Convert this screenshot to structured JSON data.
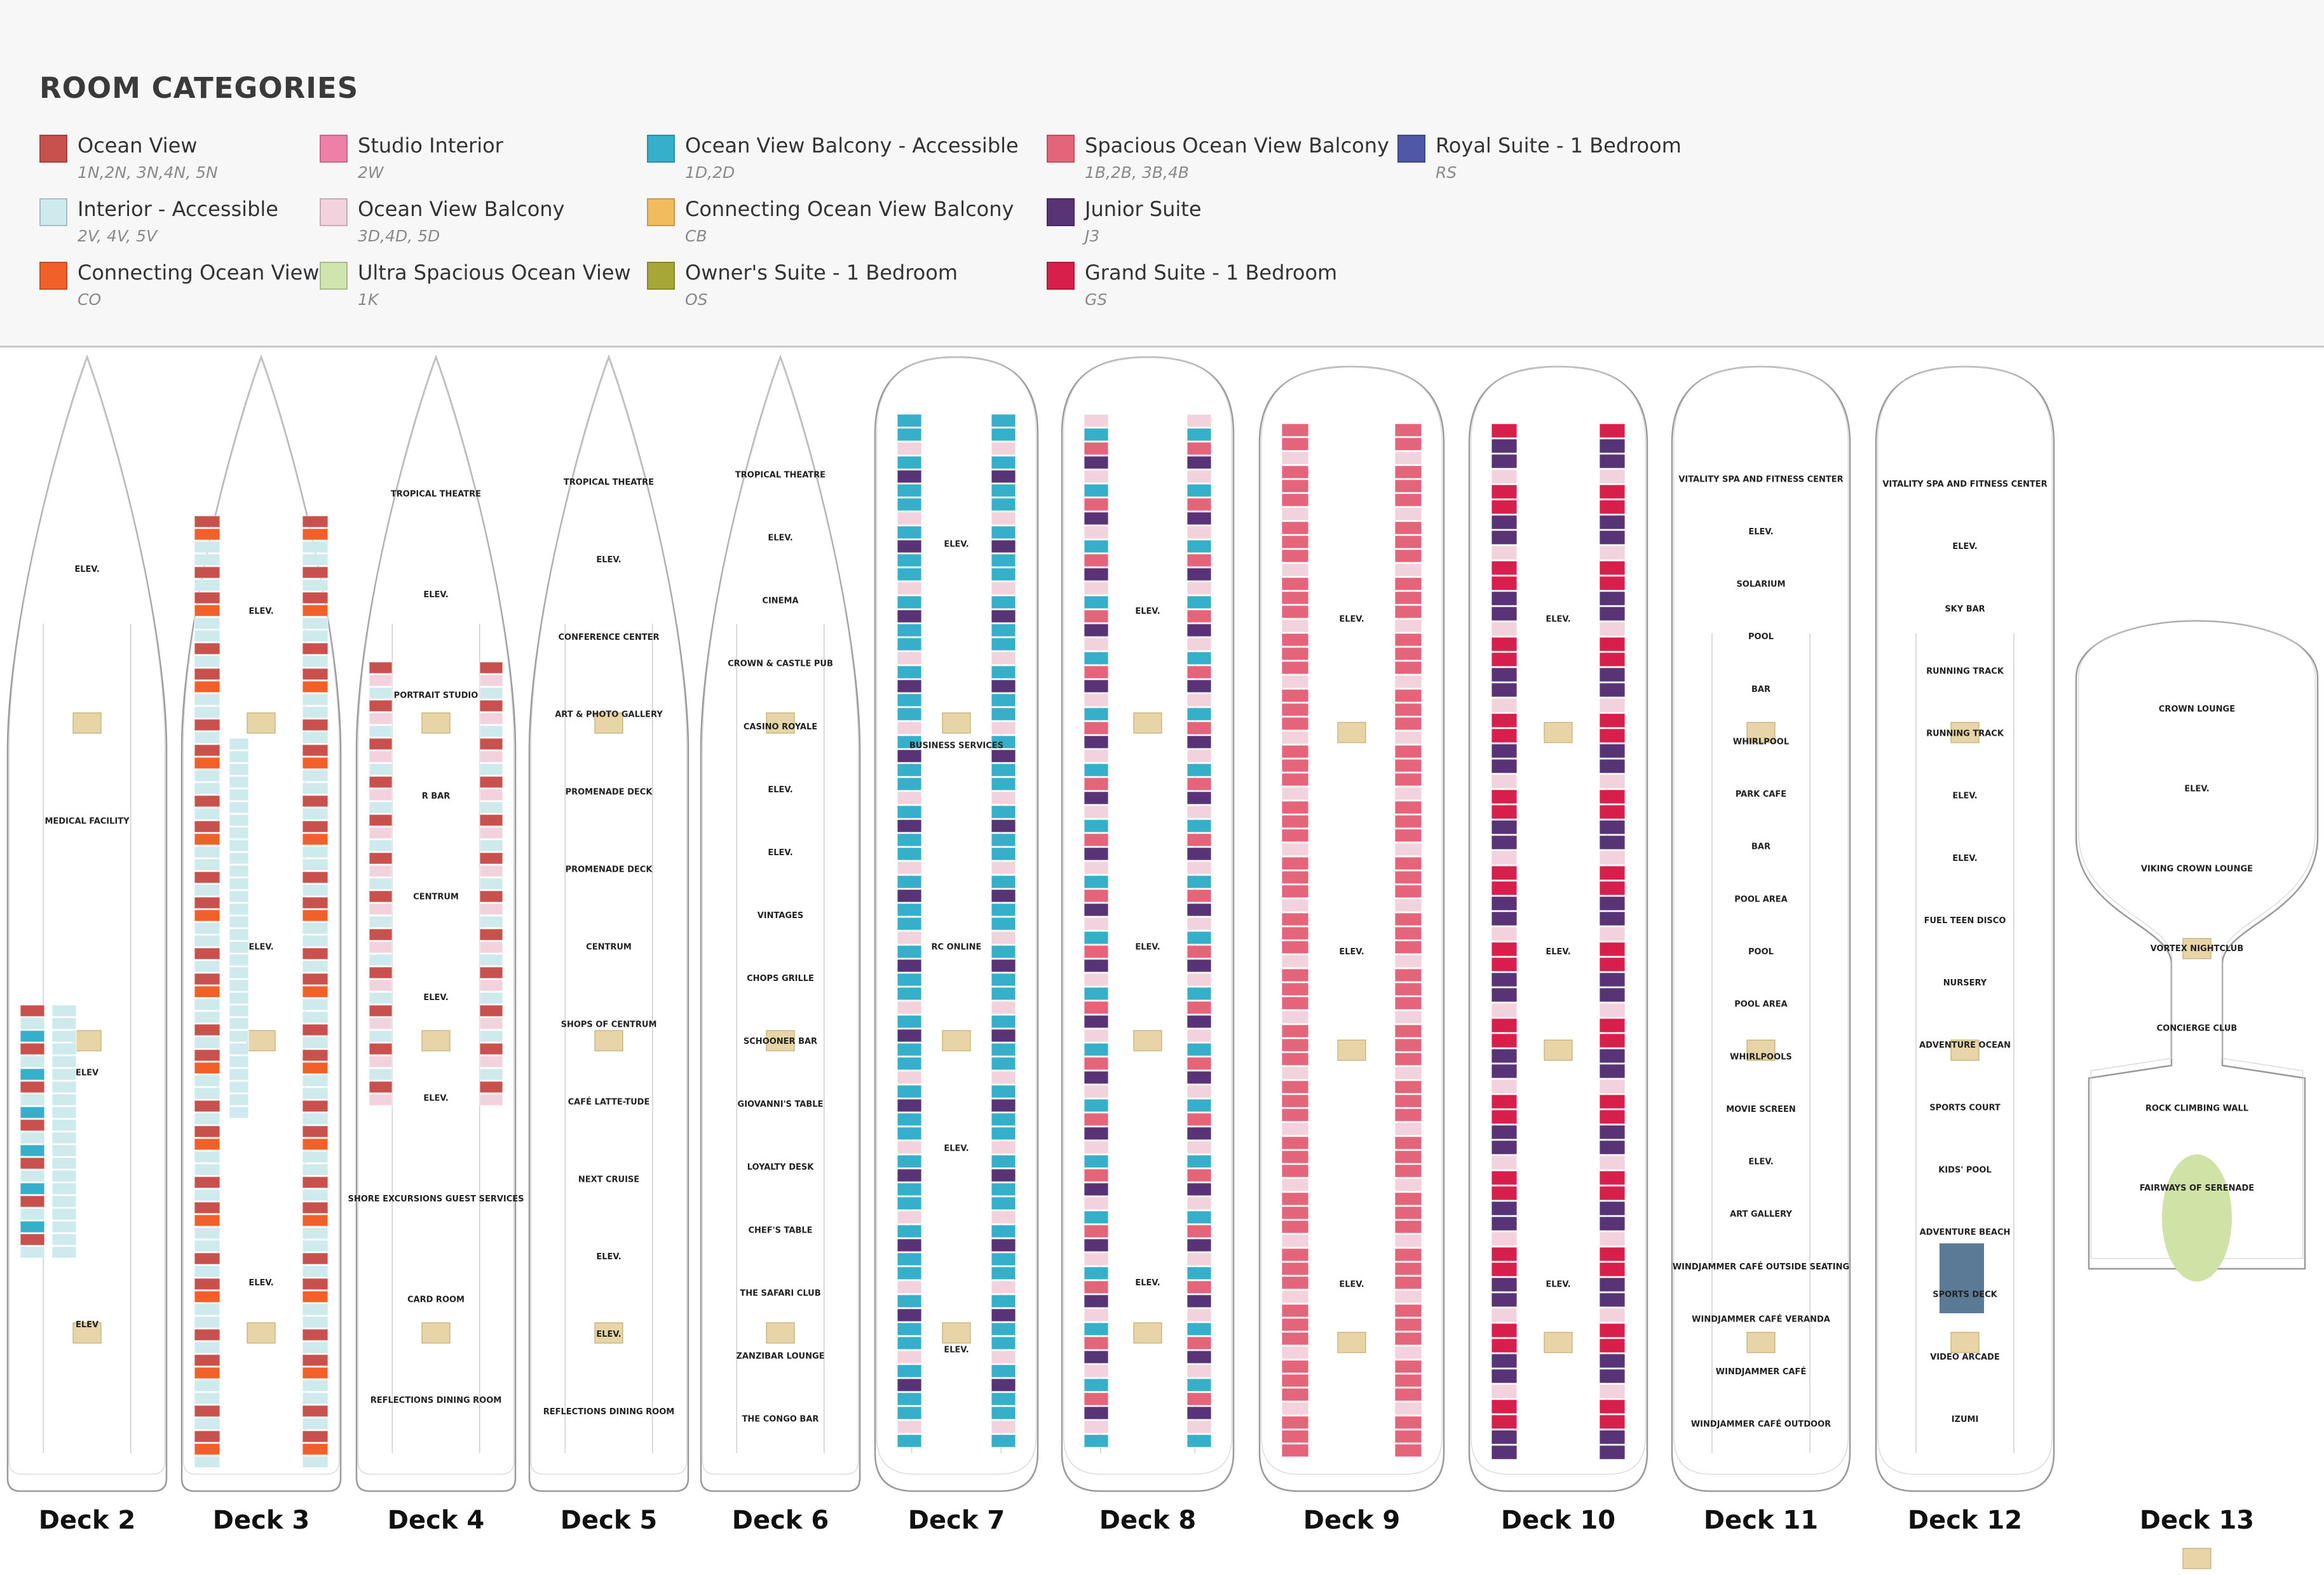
{
  "legend": {
    "title": "ROOM CATEGORIES",
    "items": [
      {
        "name": "Ocean View",
        "codes": "1N,2N, 3N,4N, 5N",
        "color": "#c9514d"
      },
      {
        "name": "Interior - Accessible",
        "codes": "2V, 4V, 5V",
        "color": "#cfeaed"
      },
      {
        "name": "Connecting Ocean View",
        "codes": "CO",
        "color": "#f2602a"
      },
      {
        "name": "Studio Interior",
        "codes": "2W",
        "color": "#ee7fa6"
      },
      {
        "name": "Ocean View Balcony",
        "codes": "3D,4D, 5D",
        "color": "#f2d2dd"
      },
      {
        "name": "Ultra Spacious Ocean View",
        "codes": "1K",
        "color": "#cfe5ad"
      },
      {
        "name": "Ocean View Balcony - Accessible",
        "codes": "1D,2D",
        "color": "#36b0ca"
      },
      {
        "name": "Connecting Ocean View Balcony",
        "codes": "CB",
        "color": "#f0bc5e"
      },
      {
        "name": "Owner's Suite - 1 Bedroom",
        "codes": "OS",
        "color": "#a6a737"
      },
      {
        "name": "Spacious Ocean View Balcony",
        "codes": "1B,2B, 3B,4B",
        "color": "#e4647a"
      },
      {
        "name": "Junior Suite",
        "codes": "J3",
        "color": "#583376"
      },
      {
        "name": "Grand Suite - 1 Bedroom",
        "codes": "GS",
        "color": "#d81f4b"
      },
      {
        "name": "Royal Suite - 1 Bedroom",
        "codes": "RS",
        "color": "#4e58a6"
      }
    ]
  },
  "decks": [
    {
      "label": "Deck 2",
      "places": [
        "ELEV.",
        "MEDICAL FACILITY",
        "ELEV",
        "ELEV"
      ]
    },
    {
      "label": "Deck 3",
      "places": [
        "ELEV.",
        "ELEV.",
        "ELEV."
      ]
    },
    {
      "label": "Deck 4",
      "places": [
        "TROPICAL THEATRE",
        "ELEV.",
        "PORTRAIT STUDIO",
        "R BAR",
        "CENTRUM",
        "ELEV.",
        "ELEV.",
        "SHORE EXCURSIONS GUEST SERVICES",
        "CARD ROOM",
        "REFLECTIONS DINING ROOM"
      ]
    },
    {
      "label": "Deck 5",
      "places": [
        "TROPICAL THEATRE",
        "ELEV.",
        "CONFERENCE CENTER",
        "ART & PHOTO GALLERY",
        "PROMENADE DECK",
        "PROMENADE DECK",
        "CENTRUM",
        "SHOPS OF CENTRUM",
        "CAFÉ LATTE-TUDE",
        "NEXT CRUISE",
        "ELEV.",
        "ELEV.",
        "REFLECTIONS DINING ROOM"
      ]
    },
    {
      "label": "Deck 6",
      "places": [
        "TROPICAL THEATRE",
        "ELEV.",
        "CINEMA",
        "CROWN & CASTLE PUB",
        "CASINO ROYALE",
        "ELEV.",
        "ELEV.",
        "VINTAGES",
        "CHOPS GRILLE",
        "SCHOONER BAR",
        "GIOVANNI'S TABLE",
        "LOYALTY DESK",
        "CHEF'S TABLE",
        "THE SAFARI CLUB",
        "ZANZIBAR LOUNGE",
        "THE CONGO BAR"
      ]
    },
    {
      "label": "Deck 7",
      "places": [
        "ELEV.",
        "BUSINESS SERVICES",
        "RC ONLINE",
        "ELEV.",
        "ELEV."
      ]
    },
    {
      "label": "Deck 8",
      "places": [
        "ELEV.",
        "ELEV.",
        "ELEV."
      ]
    },
    {
      "label": "Deck 9",
      "places": [
        "ELEV.",
        "ELEV.",
        "ELEV."
      ]
    },
    {
      "label": "Deck 10",
      "places": [
        "ELEV.",
        "ELEV.",
        "ELEV."
      ]
    },
    {
      "label": "Deck 11",
      "places": [
        "VITALITY SPA AND FITNESS CENTER",
        "ELEV.",
        "SOLARIUM",
        "POOL",
        "BAR",
        "WHIRLPOOL",
        "PARK CAFE",
        "BAR",
        "POOL AREA",
        "POOL",
        "POOL AREA",
        "WHIRLPOOLS",
        "MOVIE SCREEN",
        "ELEV.",
        "ART GALLERY",
        "WINDJAMMER CAFÉ OUTSIDE SEATING",
        "WINDJAMMER CAFÉ VERANDA",
        "WINDJAMMER CAFÉ",
        "WINDJAMMER CAFÉ OUTDOOR"
      ]
    },
    {
      "label": "Deck 12",
      "places": [
        "VITALITY SPA AND FITNESS CENTER",
        "ELEV.",
        "SKY BAR",
        "RUNNING TRACK",
        "RUNNING TRACK",
        "ELEV.",
        "ELEV.",
        "FUEL TEEN DISCO",
        "NURSERY",
        "ADVENTURE OCEAN",
        "SPORTS COURT",
        "KIDS' POOL",
        "ADVENTURE BEACH",
        "SPORTS DECK",
        "VIDEO ARCADE",
        "IZUMI"
      ]
    },
    {
      "label": "Deck 13",
      "places": [
        "CROWN LOUNGE",
        "ELEV.",
        "VIKING CROWN LOUNGE",
        "VORTEX NIGHTCLUB",
        "CONCIERGE CLUB",
        "ROCK CLIMBING WALL",
        "FAIRWAYS OF SERENADE"
      ]
    }
  ]
}
